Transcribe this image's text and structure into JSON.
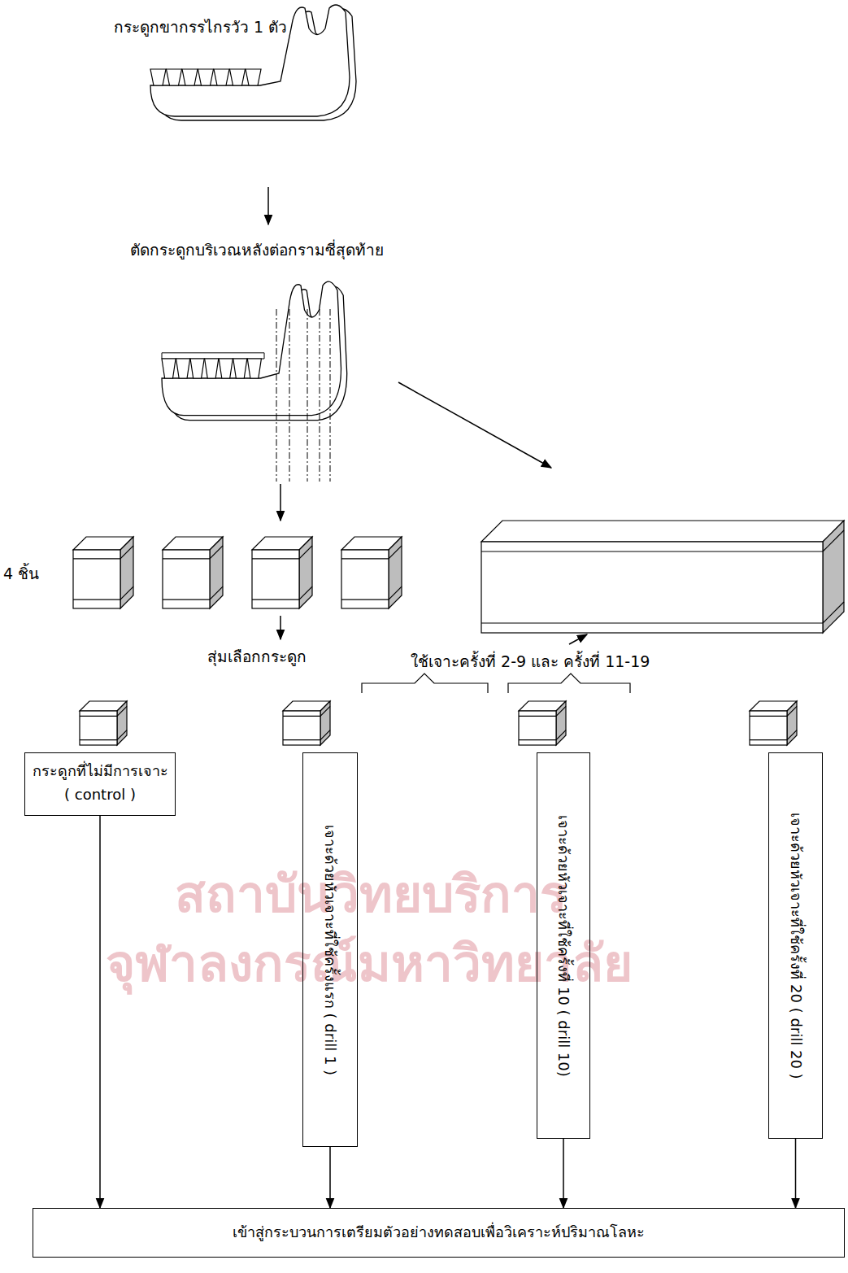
{
  "diagram": {
    "nodes": [
      {
        "text": [
          "กระดูกที่ไม่มีการเจาะ ( control )"
        ]
      },
      {
        "text": [
          "เจาะด้วยหัวเจาะที่ใช้ครั้งแรก ( drill 1 )"
        ]
      },
      {
        "text": [
          "เจาะด้วยหัวเจาะที่ใช้ครั้งที่ 10 ( drill 10)"
        ]
      },
      {
        "text": [
          "เจาะด้วยหัวเจาะที่ใช้ครั้งที่ 20 ( drill 20 )"
        ]
      },
      {
        "text": [
          "เข้าสู่กระบวนการเตรียมตัวอย่างทดสอบเพื่อวิเคราะห์ปริมาณโลหะ"
        ]
      }
    ],
    "edges": [
      {
        "from": 0,
        "to": 4,
        "arrow": "to"
      },
      {
        "from": 1,
        "to": 4,
        "arrow": "to"
      },
      {
        "from": 2,
        "to": 4,
        "arrow": "to"
      },
      {
        "from": 3,
        "to": 4,
        "arrow": "to"
      }
    ],
    "labels": [
      "กระดูกขากรรไกรวัว 1 ตัว",
      "ตัดกระดูกบริเวณหลังต่อกรามซี่สุดท้าย",
      "4 ชิ้น",
      "สุ่มเลือกกระดูก",
      "ใช้เจาะครั้งที่ 2-9 และ ครั้งที่ 11-19",
      "สถาบันวิทยบริการ",
      "จุฬาลงกรณ์มหาวิทยาลัย"
    ]
  }
}
